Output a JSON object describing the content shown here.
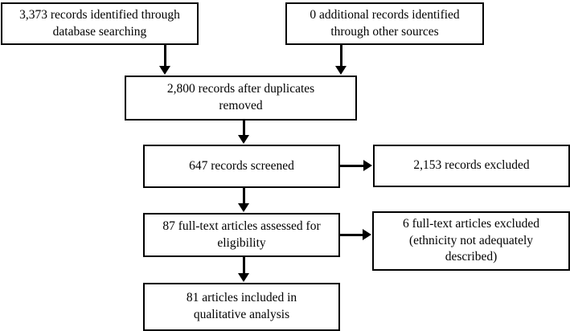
{
  "diagram": {
    "type": "prisma-flow-diagram",
    "nodes": {
      "identified_database": "3,373 records identified through\ndatabase searching",
      "identified_other": "0 additional records identified\nthrough other sources",
      "duplicates_removed": "2,800 records after duplicates\nremoved",
      "records_screened": "647 records screened",
      "records_excluded": "2,153 records excluded",
      "fulltext_assessed": "87 full-text articles assessed for\neligibility",
      "fulltext_excluded": "6 full-text articles excluded\n(ethnicity not adequately\ndescribed)",
      "included_qualitative": "81 articles included in\nqualitative analysis"
    },
    "counts": {
      "identified_database": 3373,
      "identified_other": 0,
      "duplicates_removed": 2800,
      "records_screened": 647,
      "records_excluded": 2153,
      "fulltext_assessed": 87,
      "fulltext_excluded": 6,
      "included_qualitative": 81
    },
    "colors": {
      "border": "#000000",
      "background": "#ffffff",
      "text": "#000000"
    }
  }
}
